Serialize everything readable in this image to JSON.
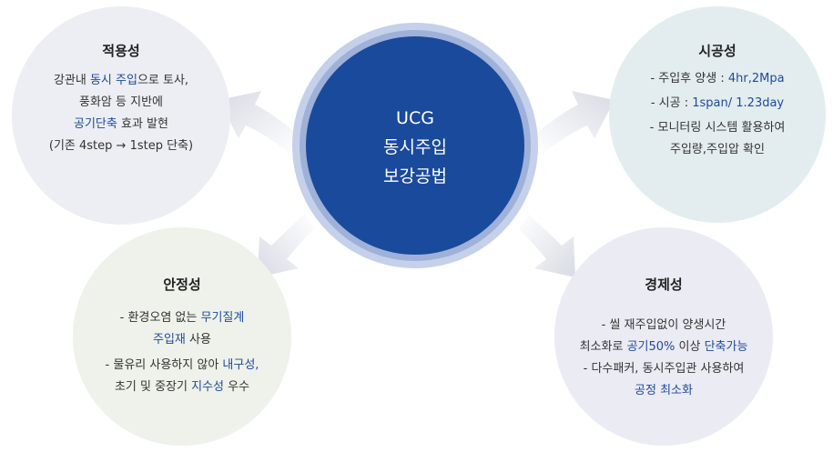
{
  "center": {
    "line1": "UCG",
    "line2": "동시주입",
    "line3": "보강공법"
  },
  "applicability": {
    "title": "적용성",
    "l1a": "강관내 ",
    "l1b": "동시 주입",
    "l1c": "으로 토사,",
    "l2": "풍화암 등 지반에",
    "l3a": "공기단축",
    "l3b": " 효과 발현",
    "l4": "(기존 4step → 1step 단축)"
  },
  "construction": {
    "title": "시공성",
    "l1a": "- 주입후 양생 : ",
    "l1b": "4hr,2Mpa",
    "l2a": "- 시공 : ",
    "l2b": "1span/ 1.23day",
    "l3": "- 모니터링 시스템 활용하여",
    "l4": "주입량,주입압 확인"
  },
  "safety": {
    "title": "안정성",
    "l1a": "- 환경오염 없는 ",
    "l1b": "무기질계",
    "l2a": "주입재",
    "l2b": " 사용",
    "l3a": "- 물유리 사용하지 않아 ",
    "l3b": "내구성,",
    "l4a": "초기 및 중장기 ",
    "l4b": "지수성",
    "l4c": " 우수"
  },
  "economy": {
    "title": "경제성",
    "l1": "- 씰 재주입없이 양생시간",
    "l2a": "최소화로 ",
    "l2b": "공기50%",
    "l2c": " 이상 ",
    "l2d": "단축가능",
    "l3": "- 다수패커, 동시주입관 사용하여",
    "l4": "공정 최소화"
  },
  "colors": {
    "center": "#1a4a9c",
    "highlight": "#1d4aa0"
  }
}
